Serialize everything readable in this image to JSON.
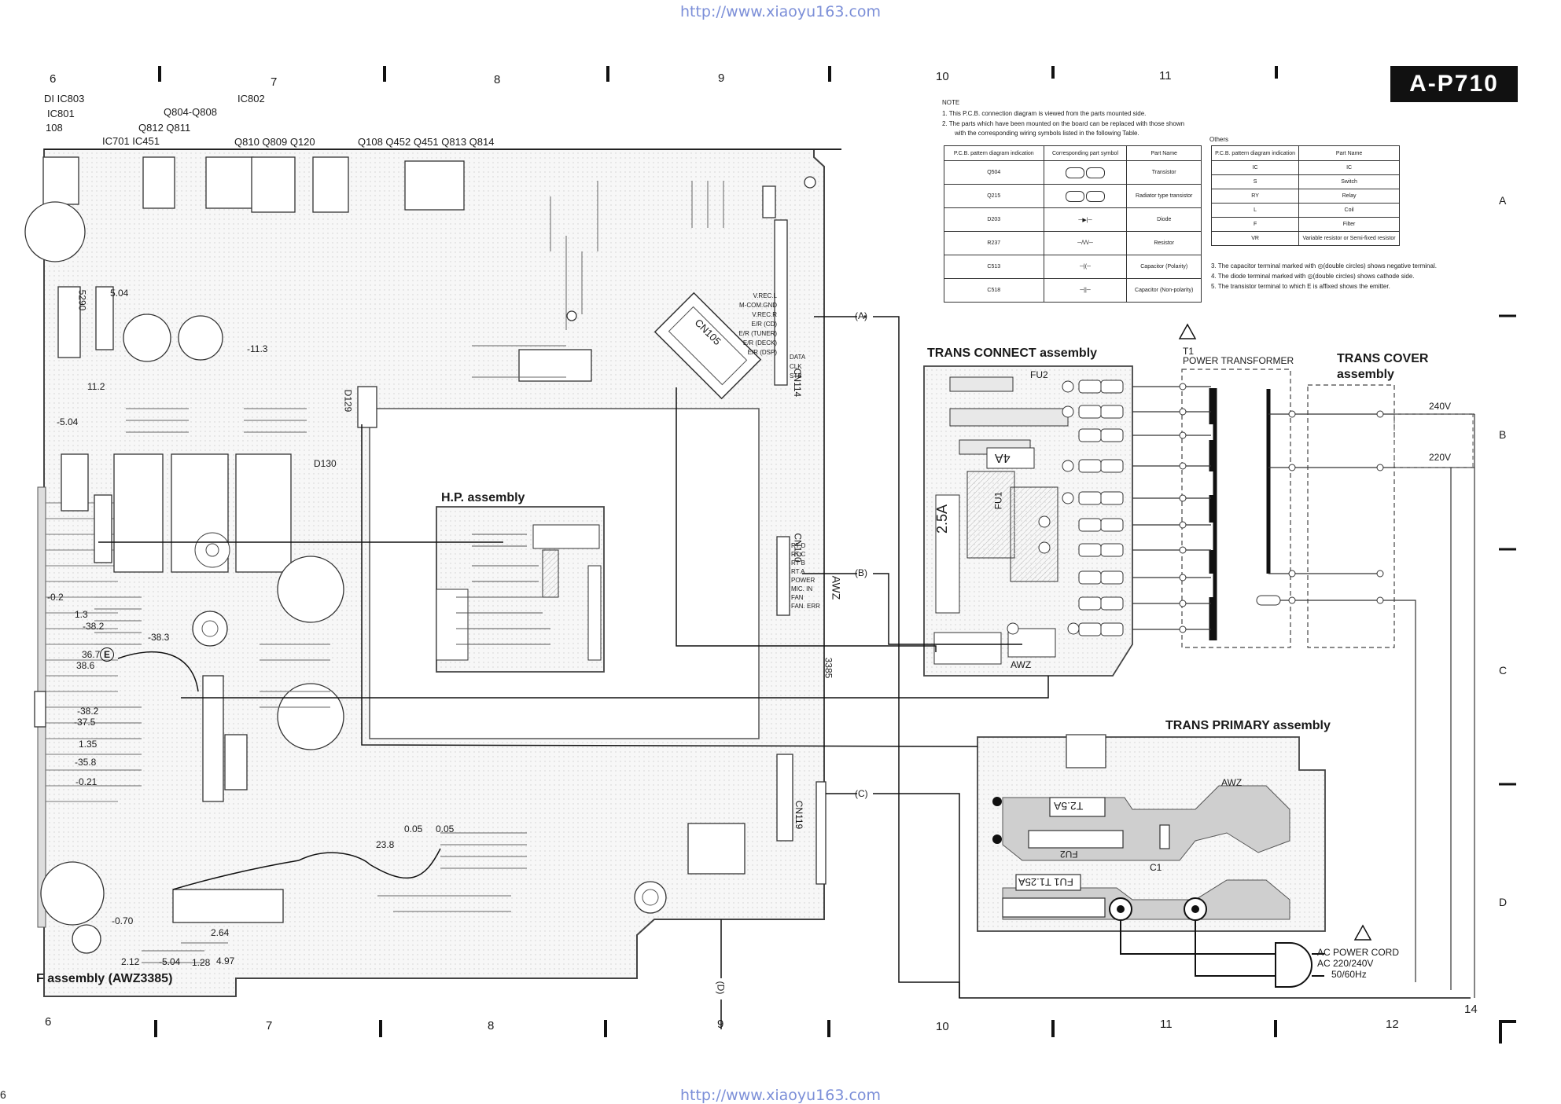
{
  "header": {
    "url_top": "http://www.xiaoyu163.com",
    "url_bottom": "http://www.xiaoyu163.com",
    "model": "A-P710",
    "page_no": "6"
  },
  "grid": {
    "columns_top": [
      "6",
      "7",
      "8",
      "9",
      "10",
      "11"
    ],
    "columns_bottom": [
      "6",
      "7",
      "8",
      "9",
      "10",
      "11",
      "12"
    ],
    "rows": [
      "A",
      "B",
      "C",
      "D"
    ],
    "corner_number": "14"
  },
  "refs_top": {
    "r1": "DI  IC803",
    "r2": "IC801",
    "r3": "108",
    "r4": "Q804-Q808",
    "r5": "IC802",
    "r6": "Q812   Q811",
    "r7": "IC701    IC451",
    "r8": "Q810 Q809   Q120",
    "r9": "Q108   Q452 Q451   Q813 Q814"
  },
  "notes": {
    "title": "NOTE",
    "n1": "1.   This P.C.B. connection diagram is viewed from the parts mounted side.",
    "n2": "2.   The parts which have been mounted on the board can be replaced with those shown",
    "n2b": "with the corresponding wiring symbols listed in the following Table.",
    "n3": "3.   The capacitor terminal marked with ◎(double circles) shows negative terminal.",
    "n4": "4.   The diode terminal marked with ◎(double circles) shows cathode side.",
    "n5": "5.   The transistor terminal to which E is affixed shows the emitter.",
    "others": "Others"
  },
  "legend_table": {
    "headers": [
      "P.C.B. pattern diagram indication",
      "Corresponding part symbol",
      "Part Name"
    ],
    "rows": [
      {
        "pcb": "Q504",
        "part": "Transistor"
      },
      {
        "pcb": "Q215",
        "part": "Radiator type transistor"
      },
      {
        "pcb": "D203",
        "part": "Diode"
      },
      {
        "pcb": "R237",
        "part": "Resistor"
      },
      {
        "pcb": "C513",
        "part": "Capacitor (Polarity)"
      },
      {
        "pcb": "C518",
        "part": "Capacitor (Non-polarity)"
      }
    ]
  },
  "others_table": {
    "headers": [
      "P.C.B. pattern diagram indication",
      "Part Name"
    ],
    "rows": [
      {
        "pcb": "IC",
        "part": "IC"
      },
      {
        "pcb": "S",
        "part": "Switch"
      },
      {
        "pcb": "RY",
        "part": "Relay"
      },
      {
        "pcb": "L",
        "part": "Coil"
      },
      {
        "pcb": "F",
        "part": "Filter"
      },
      {
        "pcb": "VR",
        "part": "Variable resistor or Semi-fixed resistor"
      }
    ]
  },
  "assemblies": {
    "trans_connect": "TRANS CONNECT assembly",
    "trans_cover_1": "TRANS COVER",
    "trans_cover_2": "assembly",
    "hp": "H.P. assembly",
    "trans_primary": "TRANS PRIMARY assembly",
    "f_assembly": "F assembly (AWZ3385)"
  },
  "transformer": {
    "ref": "T1",
    "name": "POWER TRANSFORMER",
    "v240": "240V",
    "v220": "220V"
  },
  "ac_cord": {
    "l1": "AC POWER CORD",
    "l2": "AC 220/240V",
    "l3": "50/60Hz"
  },
  "connectors": {
    "a": "(A)",
    "b": "(B)",
    "c": "(C)",
    "d": "(D)",
    "cn105": "CN105",
    "cn114": "CN114",
    "cn120": "CN120",
    "cn119": "CN119",
    "awz": "AWZ",
    "d129": "D129",
    "d130": "D130",
    "n3385": "3385"
  },
  "cn114_pins": [
    "V.REC.L",
    "M-COM.GND",
    "V.REC.R",
    "E/R (CD)",
    "E/R (TUNER)",
    "E/R (DECK)",
    "E/R (DSP)",
    "DATA",
    "CLK",
    "STB"
  ],
  "cn120_pins": [
    "RT D",
    "RT C",
    "RT B",
    "RT A",
    "POWER",
    "MIC. IN",
    "FAN",
    "FAN. ERR"
  ],
  "fuses": {
    "fu2_primary": "T2.5A",
    "fu2_label": "FU2",
    "fu1_primary": "FU1  T1.25A",
    "c1": "C1",
    "awz_p": "AWZ",
    "fuse_conn": "2.5A",
    "fu_top": "FU2",
    "fu1": "FU1",
    "awz_c": "AWZ",
    "fuse_conn_b": "4A"
  },
  "voltages": {
    "v1": "5.04",
    "v2": "-11.3",
    "v3": "11.2",
    "v4": "-5.04",
    "v5": "5290",
    "v6": "-0.2",
    "v7": "1.3",
    "v8": "-38.2",
    "v9": "-38.3",
    "v10": "36.7",
    "v11": "38.6",
    "v12": "-38.2",
    "v13": "-37.5",
    "v14": "1.35",
    "v15": "-35.8",
    "v16": "-0.21",
    "v17": "0.05",
    "v18": "0.05",
    "v19": "23.8",
    "v20": "-0.70",
    "v21": "2.64",
    "v22": "2.12",
    "v23": "-5.04",
    "v24": "1.28",
    "v25": "4.97",
    "e_mark": "E"
  }
}
